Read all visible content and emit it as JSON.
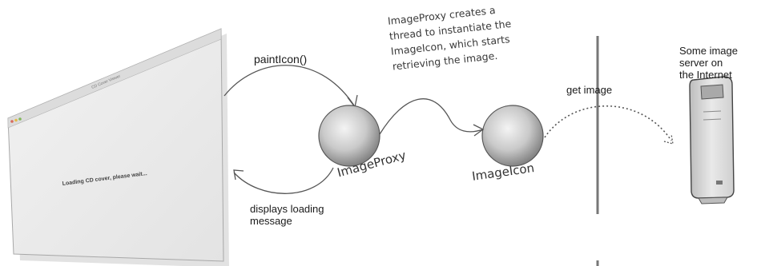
{
  "window": {
    "title": "CD Cover Viewer",
    "loading_text": "Loading CD cover, please wait..."
  },
  "labels": {
    "paint_icon": "paintIcon()",
    "displays_line1": "displays loading",
    "displays_line2": "message",
    "get_image": "get image",
    "server_line1": "Some image",
    "server_line2": "server on",
    "server_line3": "the Internet"
  },
  "annotation": {
    "lines": [
      "ImageProxy creates a",
      "thread to instantiate the",
      "ImageIcon, which starts",
      "retrieving the image."
    ]
  },
  "nodes": {
    "image_proxy": "ImageProxy",
    "image_icon": "ImageIcon"
  },
  "colors": {
    "sphere_light": "#e6e6e6",
    "sphere_dark": "#8a8a8a",
    "line": "#555555",
    "window_bg": "#ededed"
  }
}
